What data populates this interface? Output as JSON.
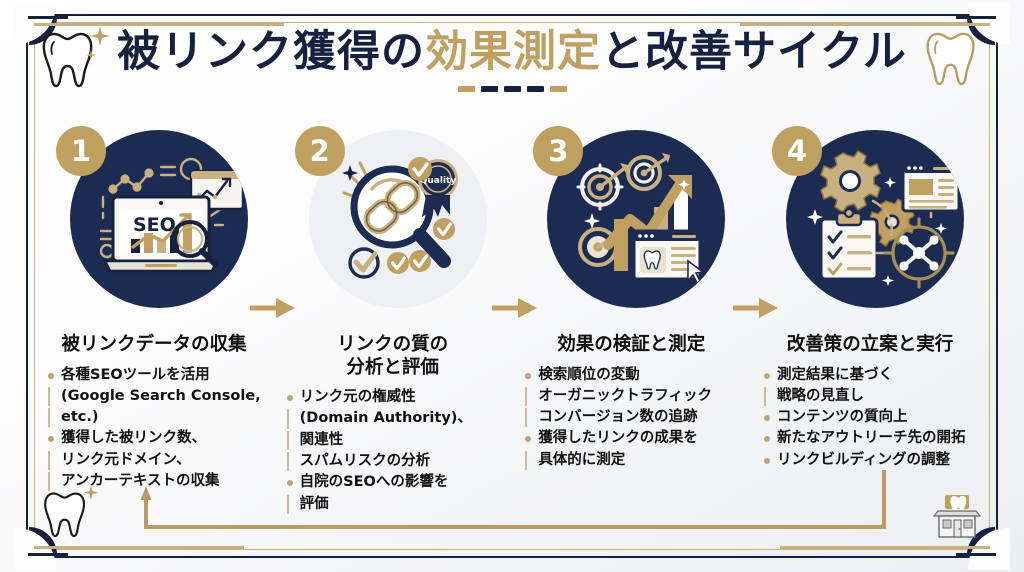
{
  "title": {
    "part1": "被リンク獲得の",
    "highlight": "効果測定",
    "part2": "と改善サイクル",
    "dash_colors": [
      "#c0a061",
      "#16213f",
      "#16213f",
      "#16213f",
      "#c0a061"
    ]
  },
  "colors": {
    "navy": "#1b2b51",
    "gold": "#c0a061",
    "gold_light": "#cbbb96",
    "background": "#f4f5f7",
    "text": "#101010"
  },
  "corner_icons": {
    "top_left": "tooth-icon",
    "top_right": "tooth-icon",
    "bottom_left": "tooth-icon",
    "bottom_right": "dental-clinic-icon"
  },
  "steps": [
    {
      "number": "1",
      "title": "被リンクデータの収集",
      "circle_style": "navy",
      "illustration": "seo-laptop-analytics-icon",
      "bullets": [
        [
          "各種SEOツールを活用",
          "(Google Search Console,",
          "etc.)"
        ],
        [
          "獲得した被リンク数、",
          "リンク元ドメイン、",
          "アンカーテキストの収集"
        ]
      ]
    },
    {
      "number": "2",
      "title": "リンクの質の\n分析と評価",
      "title_line1": "リンクの質の",
      "title_line2": "分析と評価",
      "circle_style": "light",
      "illustration": "magnifier-chain-quality-badge-icon",
      "bullets": [
        [
          "リンク元の権威性",
          "(Domain Authority)、",
          "関連性",
          "スパムリスクの分析"
        ],
        [
          "自院のSEOへの影響を",
          "評価"
        ]
      ]
    },
    {
      "number": "3",
      "title": "効果の検証と測定",
      "circle_style": "navy",
      "illustration": "growth-chart-target-browser-icon",
      "bullets": [
        [
          "検索順位の変動",
          "オーガニックトラフィック",
          "コンバージョン数の追跡"
        ],
        [
          "獲得したリンクの成果を",
          "具体的に測定"
        ]
      ]
    },
    {
      "number": "4",
      "title": "改善策の立案と実行",
      "circle_style": "navy",
      "illustration": "gears-checklist-network-icon",
      "bullets": [
        [
          "測定結果に基づく",
          "戦略の見直し"
        ],
        [
          "コンテンツの質向上"
        ],
        [
          "新たなアウトリーチ先の開拓"
        ],
        [
          "リンクビルディングの調整"
        ]
      ]
    }
  ],
  "flow_arrows": [
    "arrow-right-icon",
    "arrow-right-icon",
    "arrow-right-icon"
  ],
  "cycle_arrow": "cycle-loop-arrow-icon"
}
